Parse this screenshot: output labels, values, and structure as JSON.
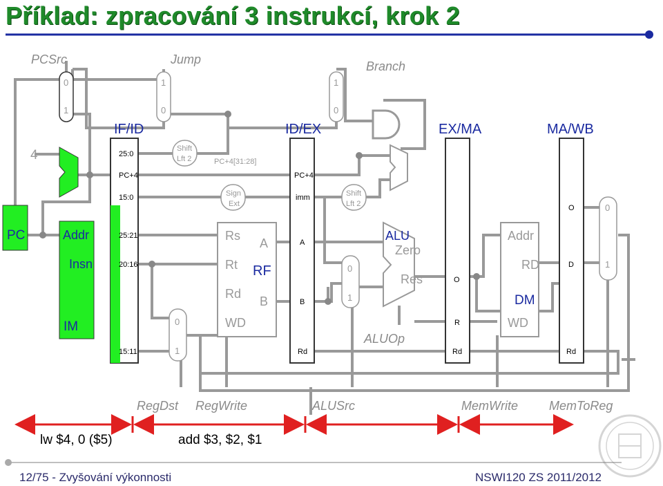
{
  "title": "Příklad: zpracování 3 instrukcí, krok 2",
  "footer": {
    "left": "12/75 - Zvyšování výkonnosti",
    "right": "NSWI120 ZS 2011/2012"
  },
  "instructions": {
    "first": "lw $4, 0 ($5)",
    "second": "add $3, $2, $1"
  },
  "controls": {
    "pcsrc": "PCSrc",
    "jump": "Jump",
    "branch": "Branch",
    "regdst": "RegDst",
    "regwrite": "RegWrite",
    "alusrc": "ALUSrc",
    "memwrite": "MemWrite",
    "memtoreg": "MemToReg",
    "aluop": "ALUOp"
  },
  "stages": {
    "ifid": "IF/ID",
    "idex": "ID/EX",
    "exma": "EX/MA",
    "mawb": "MA/WB"
  },
  "blocks": {
    "pc": "PC",
    "four": "4",
    "im": {
      "addr": "Addr",
      "insn": "Insn",
      "name": "IM"
    },
    "shift1": [
      "Shift",
      "Lft 2"
    ],
    "shift2": [
      "Shift",
      "Lft 2"
    ],
    "pc_upper": "PC+4[31:28]",
    "sign_ext": [
      "Sign",
      "Ext"
    ],
    "rf": {
      "rs": "Rs",
      "rt": "Rt",
      "rd": "Rd",
      "wd": "WD",
      "a": "A",
      "b": "B",
      "name": "RF"
    },
    "alu": {
      "name": "ALU",
      "zero": "Zero",
      "res": "Res"
    },
    "dm": {
      "addr": "Addr",
      "rd": "RD",
      "name": "DM",
      "wd": "WD"
    }
  },
  "fields": {
    "ifid": [
      "25:0",
      "PC+4",
      "15:0",
      "25:21",
      "20:16",
      "15:11"
    ],
    "idex": [
      "PC+4",
      "imm",
      "A",
      "B",
      "Rd"
    ],
    "exma": [
      "O",
      "R",
      "Rd"
    ],
    "mawb": [
      "O",
      "D",
      "Rd"
    ]
  },
  "muxes": {
    "pcsrc": [
      "0",
      "1"
    ],
    "jump": [
      "1",
      "0"
    ],
    "branch": [
      "1",
      "0"
    ],
    "regdst": [
      "0",
      "1"
    ],
    "alusrc": [
      "0",
      "1"
    ],
    "memtoreg": [
      "0",
      "1"
    ]
  },
  "colors": {
    "stage_text": "#1a2aa0",
    "green": "#22ee22",
    "arrow": "#e02020",
    "title": "#1f8a2a",
    "wire": "#999999"
  }
}
